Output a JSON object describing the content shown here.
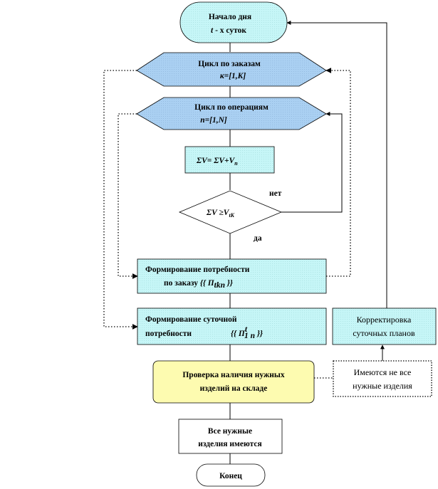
{
  "nodes": {
    "start": {
      "line1": "Начало дня",
      "line2_var": "t",
      "line2_rest": " - х суток"
    },
    "loop_orders": {
      "line1": "Цикл по заказам",
      "line2": "к=[1,K]"
    },
    "loop_ops": {
      "line1": "Цикл по операциям",
      "line2": "n=[1,N]"
    },
    "sum": {
      "text": "ΣV= ΣV+V",
      "sub": "n"
    },
    "decision": {
      "text": "ΣV ≥V",
      "sub": "tK",
      "no": "нет",
      "yes": "да"
    },
    "form_order": {
      "line1": "Формирование потребности",
      "line2_pre": "по  заказу ",
      "line2_formula": "{{ П",
      "line2_sub": "tkn",
      "line2_post": " }}"
    },
    "form_daily": {
      "line1": "Формирование суточной",
      "line2_pre": "потребности",
      "line2_formula": "{{ П",
      "line2_sup": "t",
      "line2_sub": "1 n",
      "line2_post": " }}"
    },
    "check_stock": {
      "line1": "Проверка наличия нужных",
      "line2": "изделий на складе"
    },
    "all_present": {
      "line1": "Все нужные",
      "line2": "изделия  имеются"
    },
    "not_all": {
      "line1": "Имеются не все",
      "line2": "нужные изделия"
    },
    "correction": {
      "line1": "Корректировка",
      "line2": "суточных планов"
    },
    "end": {
      "text": "Конец"
    }
  },
  "colors": {
    "loop_fill": "#aad0f2",
    "process_fill": "#c6f6f7",
    "check_fill": "#fdfbb0"
  }
}
